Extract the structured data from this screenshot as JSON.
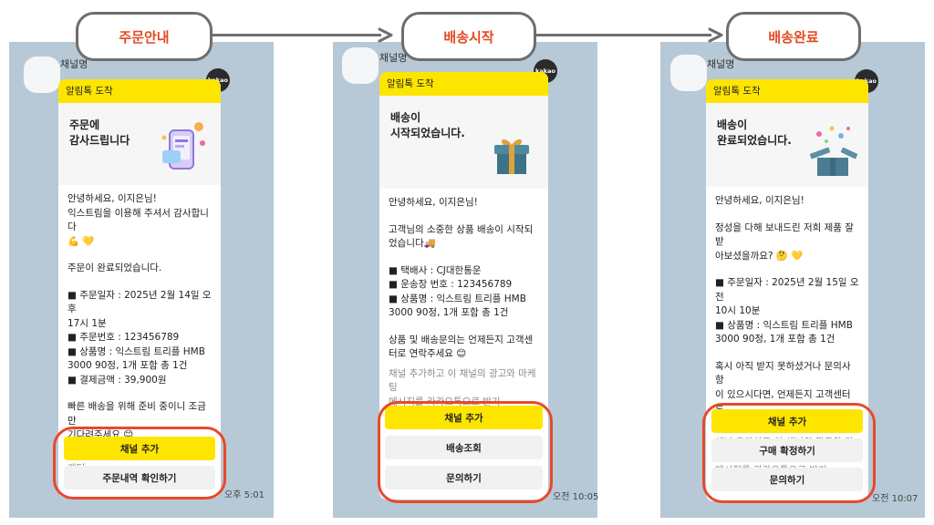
{
  "steps": [
    {
      "label": "주문안내"
    },
    {
      "label": "배송시작"
    },
    {
      "label": "배송완료"
    }
  ],
  "channel_name": "채널명",
  "kakao_badge": "kakao",
  "header": "알림톡 도착",
  "subscribe_note": "채널 추가하고 이 채널의 광고와 마케팅\n메시지를 카카오톡으로 받기",
  "accent_colors": {
    "kakao_yellow": "#fee500",
    "highlight": "#e8492c",
    "step_text": "#e24a22"
  },
  "messages": [
    {
      "hero_title": "주문에\n감사드립니다",
      "hero_icon": "phone-payment-icon",
      "body": [
        "안녕하세요, 이지은님!\n익스트림을 이용해 주셔서 감사합니다\n💪 💛",
        "주문이 완료되었습니다.",
        "■ 주문일자 : 2025년 2월 14일 오후\n17시 1분\n■ 주문번호 : 123456789\n■ 상품명 : 익스트림 트리플 HMB\n3000 90정, 1개 포함 총 1건\n■ 결제금액 : 39,900원",
        "빠른 배송을 위해 준비 중이니 조금만\n기다려주세요 😊"
      ],
      "buttons": [
        "채널 추가",
        "주문내역 확인하기"
      ],
      "time": "오후 5:01"
    },
    {
      "hero_title": "배송이\n시작되었습니다.",
      "hero_icon": "gift-box-icon",
      "body": [
        "안녕하세요, 이지은님!",
        "고객님의 소중한 상품 배송이 시작되\n었습니다🚚",
        "■ 택배사 : CJ대한통운\n■ 운송장 번호 : 123456789\n■ 상품명 : 익스트림 트리플 HMB\n3000 90정, 1개 포함 총 1건",
        "상품 및 배송문의는 언제든지 고객센\n터로 연락주세요 😊"
      ],
      "buttons": [
        "채널 추가",
        "배송조회",
        "문의하기"
      ],
      "time": "오전 10:05"
    },
    {
      "hero_title": "배송이\n완료되었습니다.",
      "hero_icon": "open-gift-box-icon",
      "body": [
        "안녕하세요, 이지은님!",
        "정성을 다해 보내드린 저희 제품 잘 받\n아보셨을까요? 🤔 💛",
        "■ 주문일자 : 2025년 2월 15일 오전\n10시 10분\n■ 상품명 : 익스트림 트리플 HMB\n3000 90정, 1개 포함 총 1건",
        "혹시 아직 받지 못하셨거나 문의사항\n이 있으시다면, 언제든지 고객센터로\n연락주세요 😊"
      ],
      "buttons": [
        "채널 추가",
        "구매 확정하기",
        "문의하기"
      ],
      "time": "오전 10:07"
    }
  ]
}
